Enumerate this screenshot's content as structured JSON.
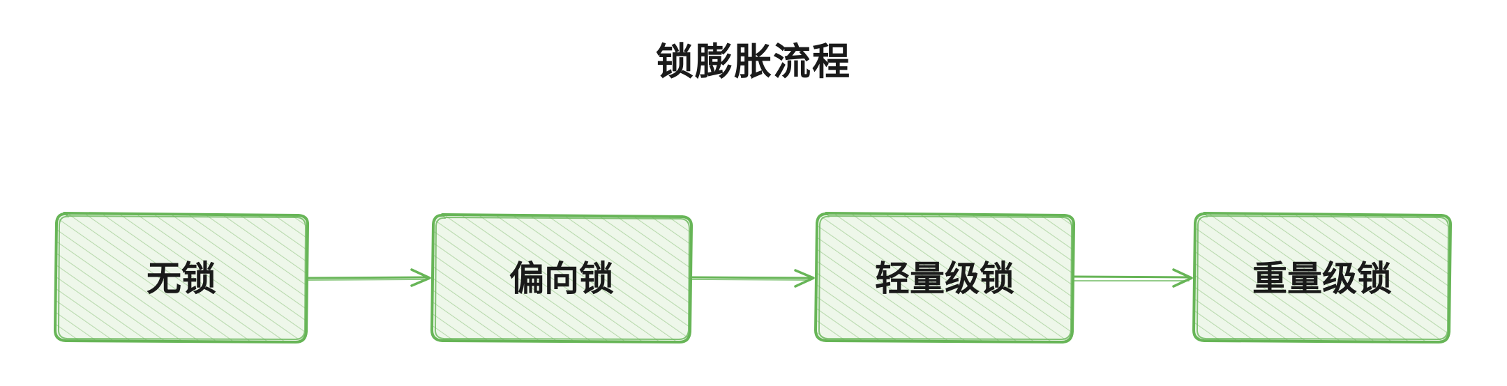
{
  "title": "锁膨胀流程",
  "colors": {
    "node_stroke": "#67b557",
    "node_fill": "#eef7ea",
    "hatch": "#b8d9ad",
    "edge": "#67b557",
    "text": "#1a1a1a"
  },
  "nodes": [
    {
      "id": "n1",
      "label": "无锁"
    },
    {
      "id": "n2",
      "label": "偏向锁"
    },
    {
      "id": "n3",
      "label": "轻量级锁"
    },
    {
      "id": "n4",
      "label": "重量级锁"
    }
  ],
  "edges": [
    {
      "from": "n1",
      "to": "n2"
    },
    {
      "from": "n2",
      "to": "n3"
    },
    {
      "from": "n3",
      "to": "n4"
    }
  ]
}
